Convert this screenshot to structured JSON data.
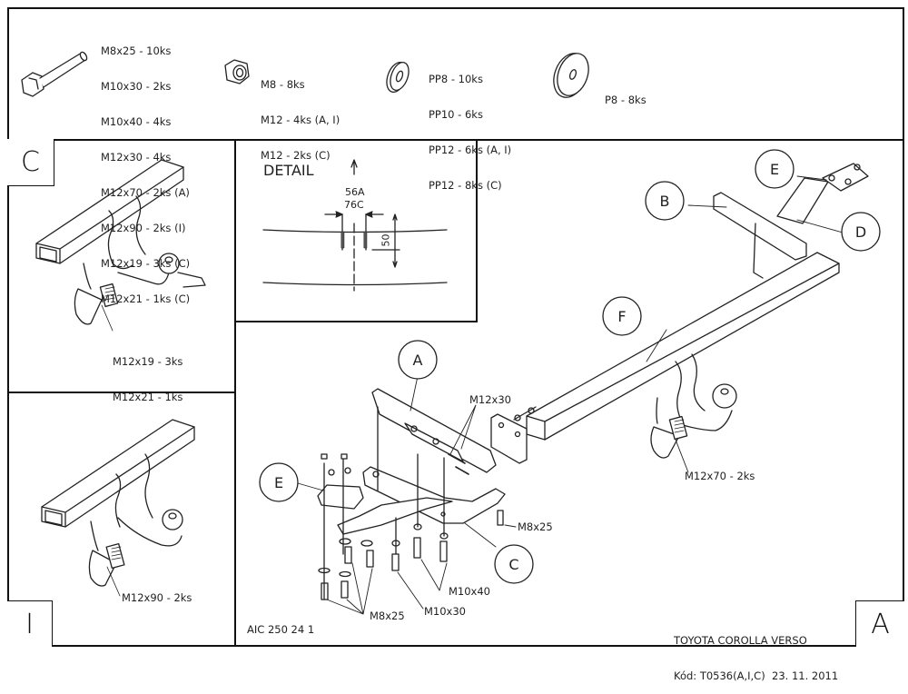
{
  "parts_list": {
    "bolts": [
      "M8x25 - 10ks",
      "M10x30 - 2ks",
      "M10x40 - 4ks",
      "M12x30 - 4ks",
      "M12x70 - 2ks (A)",
      "M12x90 - 2ks (I)",
      "M12x19 - 3ks (C)",
      "M12x21 - 1ks (C)"
    ],
    "nuts": [
      "M8 - 8ks",
      "M12 - 4ks (A, I)",
      "M12 - 2ks (C)"
    ],
    "washers": [
      "PP8 - 10ks",
      "PP10 - 6ks",
      "PP12 - 6ks (A, I)",
      "PP12 - 8ks (C)"
    ],
    "large_washers": [
      "P8 - 8ks"
    ]
  },
  "panel_c": {
    "corner": "C",
    "labels": [
      "M12x19 - 3ks",
      "M12x21 - 1ks"
    ]
  },
  "panel_i": {
    "corner": "I",
    "labels": [
      "M12x90 - 2ks"
    ]
  },
  "detail": {
    "title": "DETAIL",
    "dim_top": "56A",
    "dim_bottom": "76C",
    "dim_side": "50"
  },
  "main": {
    "corner": "A",
    "callouts": [
      "A",
      "B",
      "C",
      "D",
      "E",
      "E",
      "F"
    ],
    "labels": {
      "m12x30": "M12x30",
      "m12x70": "M12x70 - 2ks",
      "m8x25_right": "M8x25",
      "m10x40": "M10x40",
      "m10x30": "M10x30",
      "m8x25_bottom": "M8x25"
    },
    "drawing_number": "AIC 250 24 1",
    "vehicle": "TOYOTA COROLLA VERSO",
    "code_line": "Kód: T0536(A,I,C)  23. 11. 2011"
  }
}
